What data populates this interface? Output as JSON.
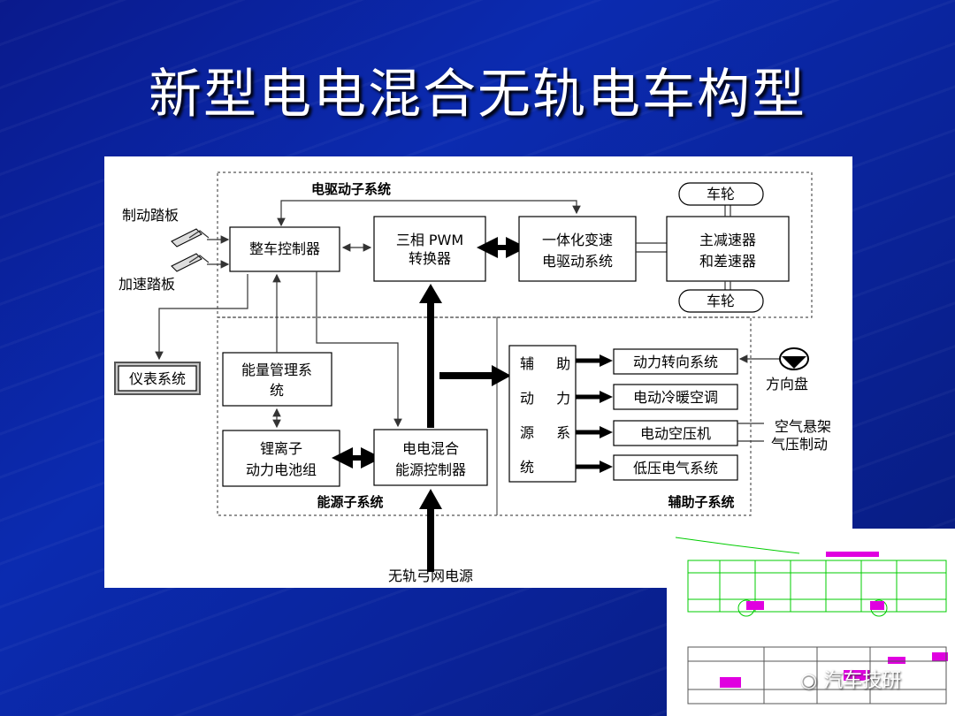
{
  "slide_title": "新型电电混合无轨电车构型",
  "diagram": {
    "groups": {
      "drive": "电驱动子系统",
      "energy": "能源子系统",
      "aux": "辅助子系统"
    },
    "pedals": {
      "brake": "制动踏板",
      "accel": "加速踏板"
    },
    "instrument": "仪表系统",
    "vcu": "整车控制器",
    "pwm": {
      "line1": "三相 PWM",
      "line2": "转换器"
    },
    "motor": {
      "line1": "一体化变速",
      "line2": "电驱动系统"
    },
    "reducer": {
      "line1": "主减速器",
      "line2": "和差速器"
    },
    "wheel_top": "车轮",
    "wheel_bottom": "车轮",
    "ems": {
      "line1": "能量管理系",
      "line2": "统"
    },
    "battery": {
      "line1": "锂离子",
      "line2": "动力电池组"
    },
    "hybrid_ctrl": {
      "line1": "电电混合",
      "line2": "能源控制器"
    },
    "aux_source": [
      "辅 助",
      "动 力",
      "源 系",
      "统"
    ],
    "aux_loads": [
      "动力转向系统",
      "电动冷暖空调",
      "电动空压机",
      "低压电气系统"
    ],
    "steering_wheel": "方向盘",
    "air": {
      "line1": "空气悬架",
      "line2": "气压制动"
    },
    "grid": "无轨弓网电源"
  },
  "watermark": "汽车技研",
  "colors": {
    "background": "#0b2bb0",
    "title": "#ffffff",
    "drawing_green": "#00cc00",
    "drawing_magenta": "#e000e0"
  }
}
